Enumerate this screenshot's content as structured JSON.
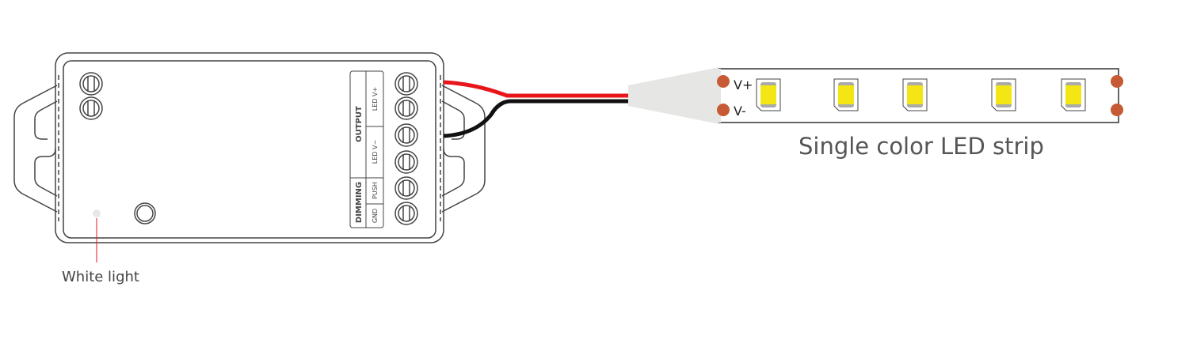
{
  "controller": {
    "output_label": "OUTPUT",
    "dimming_label": "DIMMING",
    "terminals": [
      "LED V+",
      "LED V−",
      "PUSH",
      "GND"
    ]
  },
  "white_light_label": "White light",
  "strip": {
    "title": "Single color LED strip",
    "pad_plus": "V+",
    "pad_minus": "V-",
    "led_count": 5
  },
  "colors": {
    "red_wire": "#e8161b",
    "black_wire": "#111111",
    "pad": "#c65a35",
    "led": "#f4e614",
    "connector": "#e6e6e4",
    "outline": "#444444"
  }
}
